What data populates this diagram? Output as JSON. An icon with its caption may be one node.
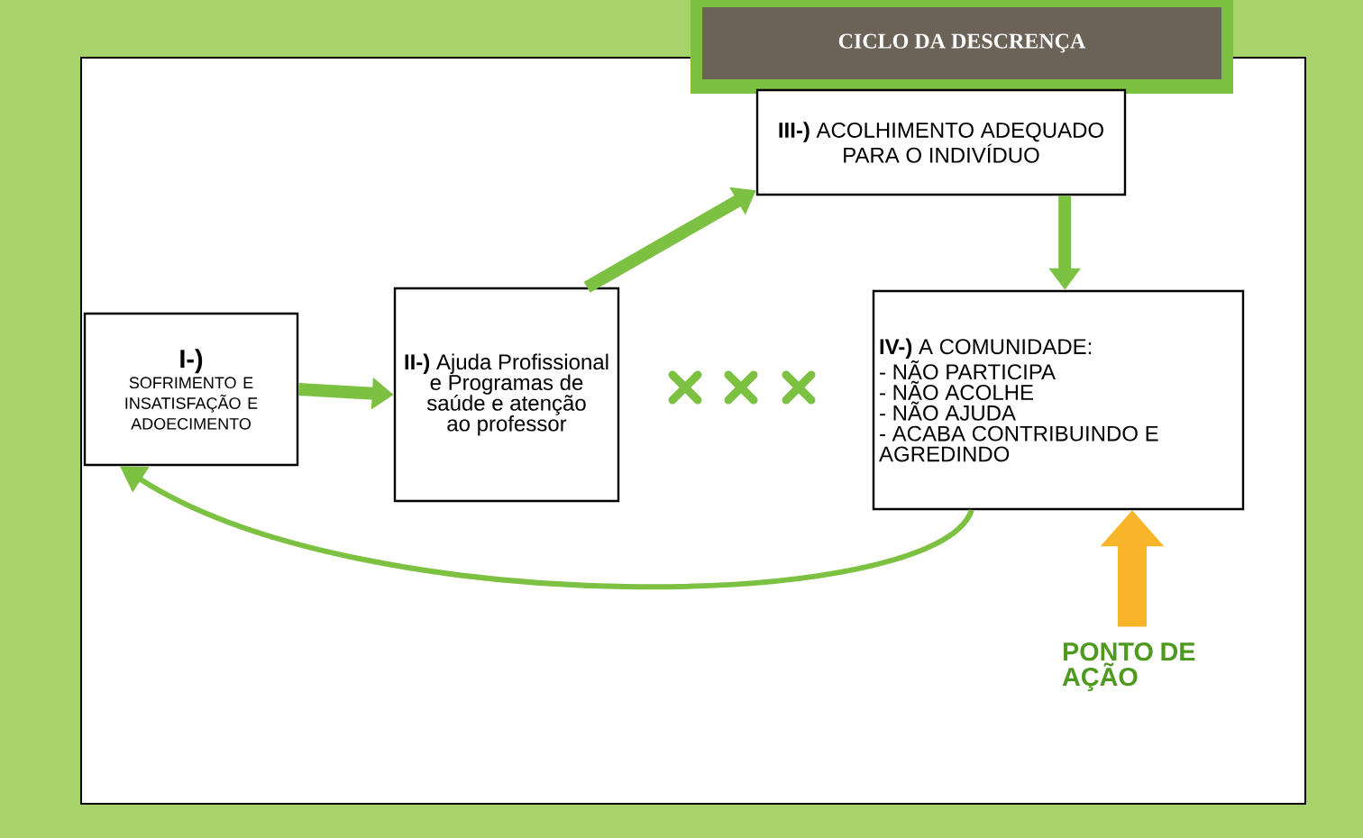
{
  "diagram": {
    "title": "CICLO DA DESCRENÇA",
    "nodes": [
      {
        "text": [
          "I-)",
          "SOFRIMENTO E INSATISFAÇÃO E ADOECIMENTO"
        ]
      },
      {
        "text": [
          "**II-)** Ajuda Profissional e Programas de saúde e atenção ao professor"
        ]
      },
      {
        "text": [
          "**III-)** ACOLHIMENTO ADEQUADO PARA O INDIVÍDUO"
        ]
      },
      {
        "text": [
          "**IV-)** A COMUNIDADE:",
          "- NÃO PARTICIPA",
          "- NÃO ACOLHE",
          "- NÃO AJUDA",
          "- ACABA CONTRIBUINDO E AGREDINDO"
        ]
      },
      {
        "text": [
          "PONTO DE AÇÃO"
        ]
      }
    ],
    "edges": [
      {
        "from": 0,
        "to": 1,
        "arrow": "to"
      },
      {
        "from": 1,
        "to": 2,
        "arrow": "to"
      },
      {
        "from": 2,
        "to": 3,
        "arrow": "to"
      },
      {
        "from": 3,
        "to": 0,
        "arrow": "to"
      },
      {
        "from": 4,
        "to": 3,
        "arrow": "to",
        "style": "thick",
        "color": "#f9b52a"
      }
    ]
  }
}
